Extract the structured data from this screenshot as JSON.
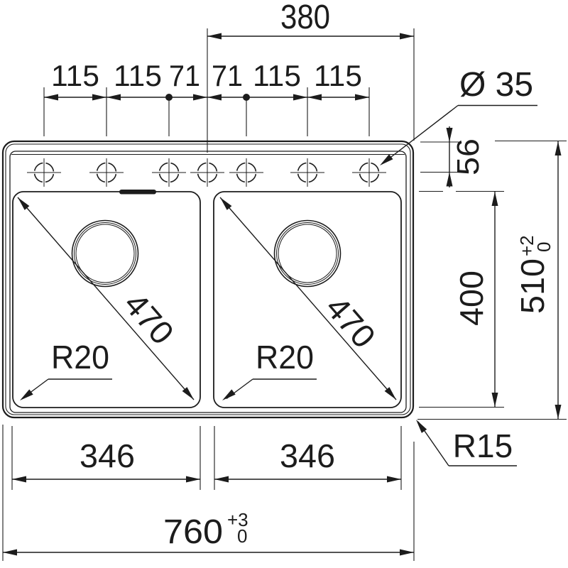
{
  "drawing": {
    "subject": "double-bowl inset sink - top view dimension drawing",
    "background": "#ffffff",
    "line_color": "#1c1c1c",
    "dimensions": {
      "half_width": "380",
      "hole_spacing": [
        "115",
        "115",
        "71",
        "71",
        "115",
        "115"
      ],
      "hole_diameter": "Ø 35",
      "hole_centerline_offset": "56",
      "bowl_front_to_back": "400",
      "overall_depth": "510",
      "overall_depth_tol_upper": "+2",
      "overall_depth_tol_lower": "0",
      "bowl_diagonal_left": "470",
      "bowl_diagonal_right": "470",
      "bowl_corner_radius_left": "R20",
      "bowl_corner_radius_right": "R20",
      "bowl_width_left": "346",
      "bowl_width_right": "346",
      "overall_width": "760",
      "overall_width_tol_upper": "+3",
      "overall_width_tol_lower": "0",
      "outer_corner_radius": "R15"
    }
  }
}
